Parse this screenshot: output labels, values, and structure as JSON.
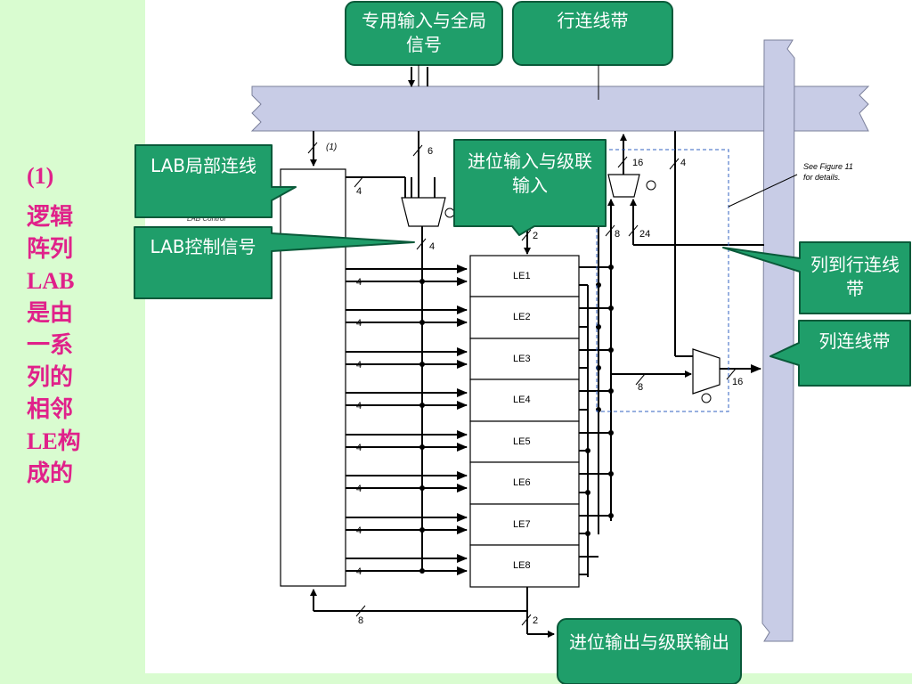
{
  "heading": {
    "number": "(1)",
    "lines": [
      "逻辑",
      "阵列",
      "LAB",
      "是由",
      "一系",
      "列的",
      "相邻",
      "LE构",
      "成的"
    ]
  },
  "callouts": {
    "dedicated_input": "专用输入与全局信号",
    "row_interconnect": "行连线带",
    "lab_local": "LAB局部连线",
    "carry_in": "进位输入与级联输入",
    "lab_control": "LAB控制信号",
    "col_to_row": "列到行连线带",
    "col_interconnect": "列连线带",
    "carry_out": "进位输出与级联输出"
  },
  "diagram": {
    "les": [
      "LE1",
      "LE2",
      "LE3",
      "LE4",
      "LE5",
      "LE6",
      "LE7",
      "LE8"
    ],
    "bus_widths": {
      "one": "(1)",
      "six": "6",
      "four": "4",
      "sixteen": "16",
      "eight": "8",
      "twentyfour": "24",
      "two": "2"
    },
    "lab_control_label": "LAB Control",
    "see_figure": [
      "See Figure 11",
      "for details."
    ]
  },
  "colors": {
    "callout_fill": "#1f9e6a",
    "callout_border": "#0a5a3a",
    "bus_fill": "#c8cce6",
    "accent_text": "#e0218a",
    "background": "#d9fcd0"
  }
}
